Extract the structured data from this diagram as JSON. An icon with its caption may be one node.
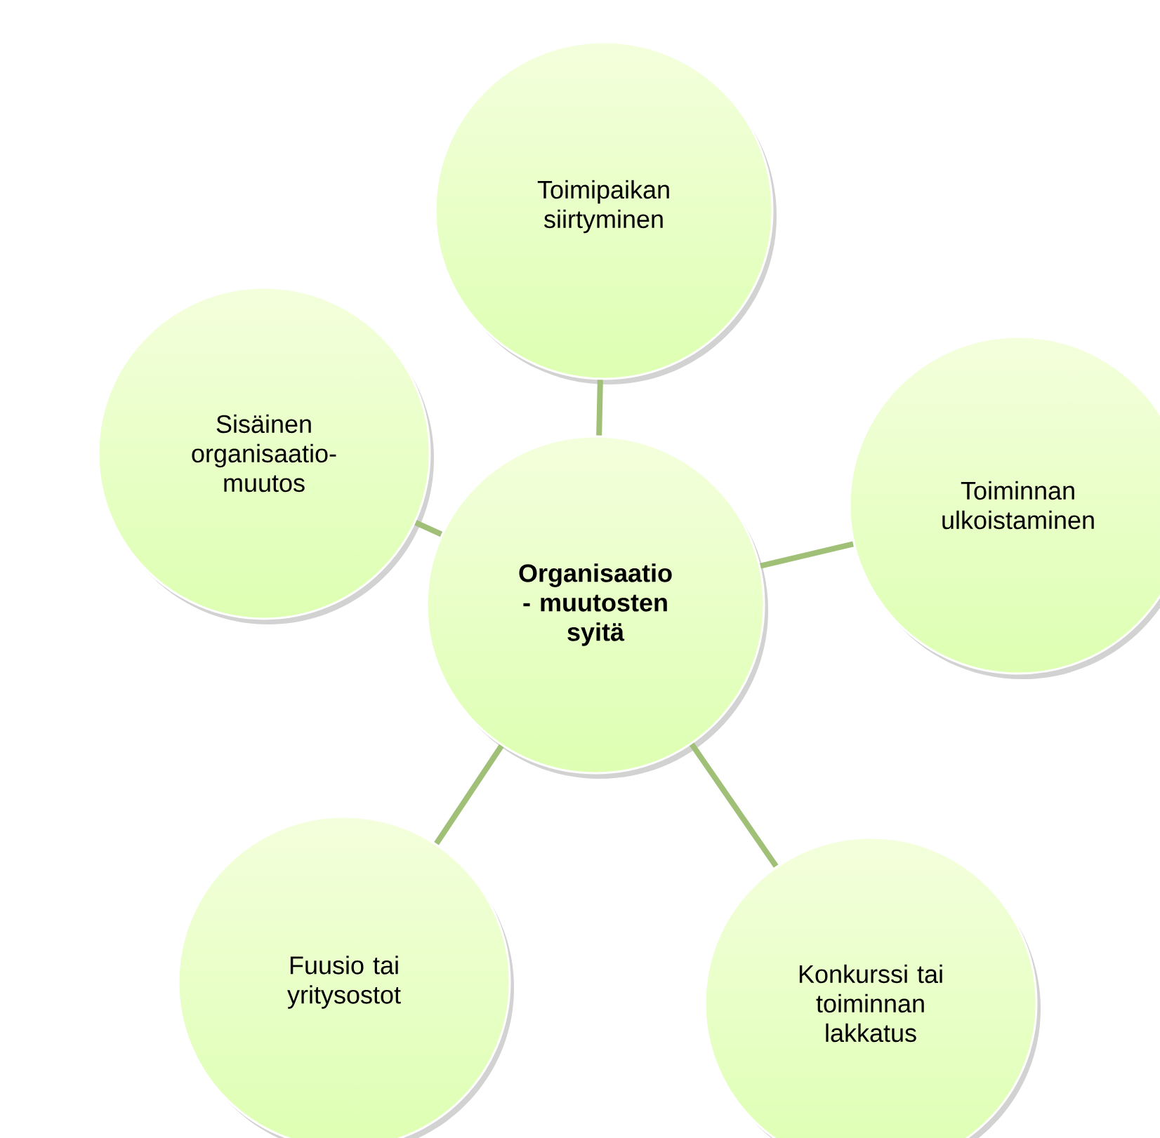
{
  "diagram": {
    "nodes": [
      {
        "text": [
          "Organisaatio - muutosten syitä"
        ]
      },
      {
        "text": [
          "Toimipaikan siirtyminen"
        ]
      },
      {
        "text": [
          "Toiminnan ulkoistaminen"
        ]
      },
      {
        "text": [
          "Konkurssi tai toiminnan lakkatus"
        ]
      },
      {
        "text": [
          "Fuusio tai yritysostot"
        ]
      },
      {
        "text": [
          "Sisäinen organisaatio- muutos"
        ]
      }
    ],
    "edges": [
      {
        "from": 0,
        "to": 1,
        "arrow": "none"
      },
      {
        "from": 0,
        "to": 2,
        "arrow": "none"
      },
      {
        "from": 0,
        "to": 3,
        "arrow": "none"
      },
      {
        "from": 0,
        "to": 4,
        "arrow": "none"
      },
      {
        "from": 0,
        "to": 5,
        "arrow": "none"
      }
    ]
  }
}
